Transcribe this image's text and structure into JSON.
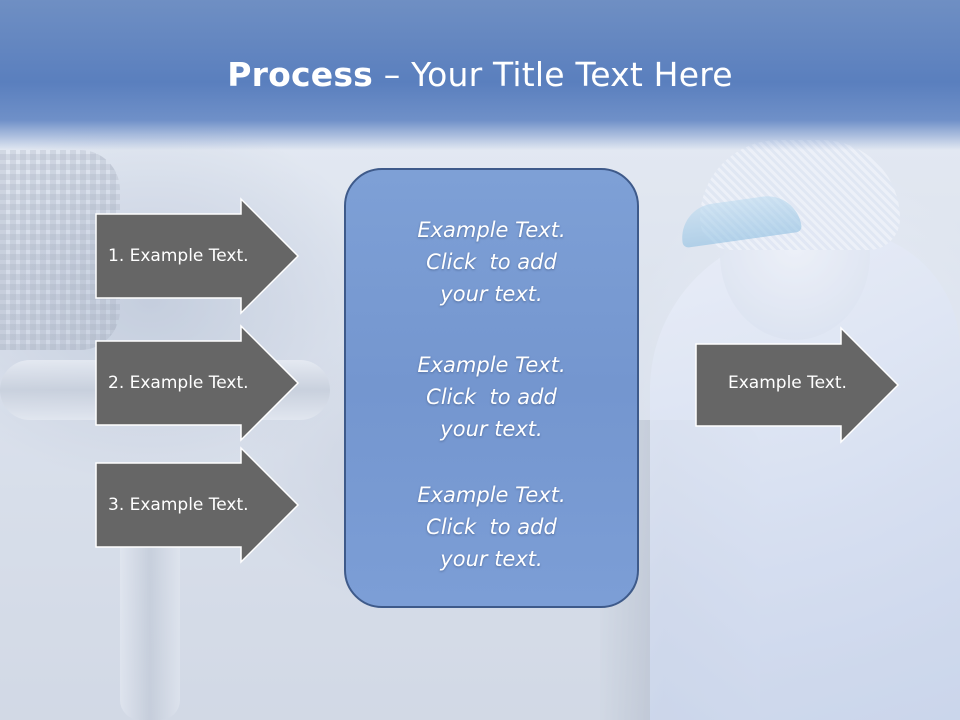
{
  "slide": {
    "title_strong": "Process",
    "title_rest": " – Your Title Text Here"
  },
  "left_arrows": [
    {
      "label": "1. Example Text."
    },
    {
      "label": "2. Example Text."
    },
    {
      "label": "3. Example Text."
    }
  ],
  "center_box": {
    "paragraphs": [
      "Example Text.\nClick  to add\nyour text.",
      "Example Text.\nClick  to add\nyour text.",
      "Example Text.\nClick  to add\nyour text."
    ]
  },
  "right_arrow": {
    "label": "Example Text."
  },
  "colors": {
    "title_bar": "#5a7fbe",
    "arrow_fill": "#666666",
    "arrow_border": "#ffffff",
    "center_box_fill": "#7a9cd4",
    "center_box_border": "#3e5a8a",
    "text": "#ffffff"
  }
}
